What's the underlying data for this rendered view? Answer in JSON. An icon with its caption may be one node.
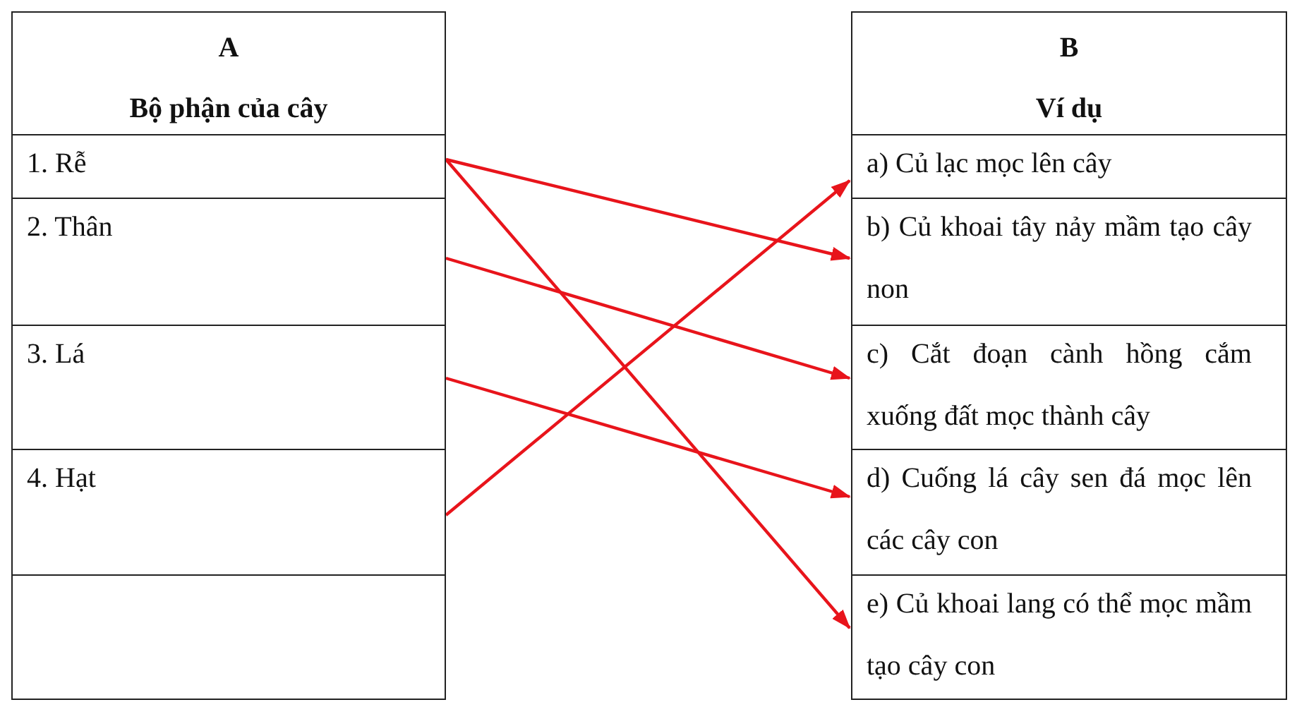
{
  "diagram": {
    "nodes": [
      {
        "text": [
          "A",
          "Bộ phận của cây"
        ]
      },
      {
        "text": [
          "1. Rễ"
        ]
      },
      {
        "text": [
          "2. Thân"
        ]
      },
      {
        "text": [
          "3. Lá"
        ]
      },
      {
        "text": [
          "4. Hạt"
        ]
      },
      {
        "text": [],
        "shape": "box"
      },
      {
        "text": [
          "B",
          "Ví dụ"
        ]
      },
      {
        "text": [
          "a) Củ lạc mọc lên cây"
        ]
      },
      {
        "text": [
          "b) Củ khoai tây nảy mầm tạo cây non"
        ]
      },
      {
        "text": [
          "c) Cắt đoạn cành hồng cắm xuống đất mọc thành cây"
        ]
      },
      {
        "text": [
          "d) Cuống lá cây sen đá mọc lên các cây con"
        ]
      },
      {
        "text": [
          "e) Củ khoai lang có thể mọc mầm tạo cây con"
        ]
      }
    ],
    "edges": [
      {
        "from": 1,
        "to": 8,
        "arrow": "to"
      },
      {
        "from": 1,
        "to": 11,
        "arrow": "to"
      },
      {
        "from": 2,
        "to": 9,
        "arrow": "to"
      },
      {
        "from": 3,
        "to": 10,
        "arrow": "to"
      },
      {
        "from": 4,
        "to": 7,
        "arrow": "to"
      }
    ]
  }
}
